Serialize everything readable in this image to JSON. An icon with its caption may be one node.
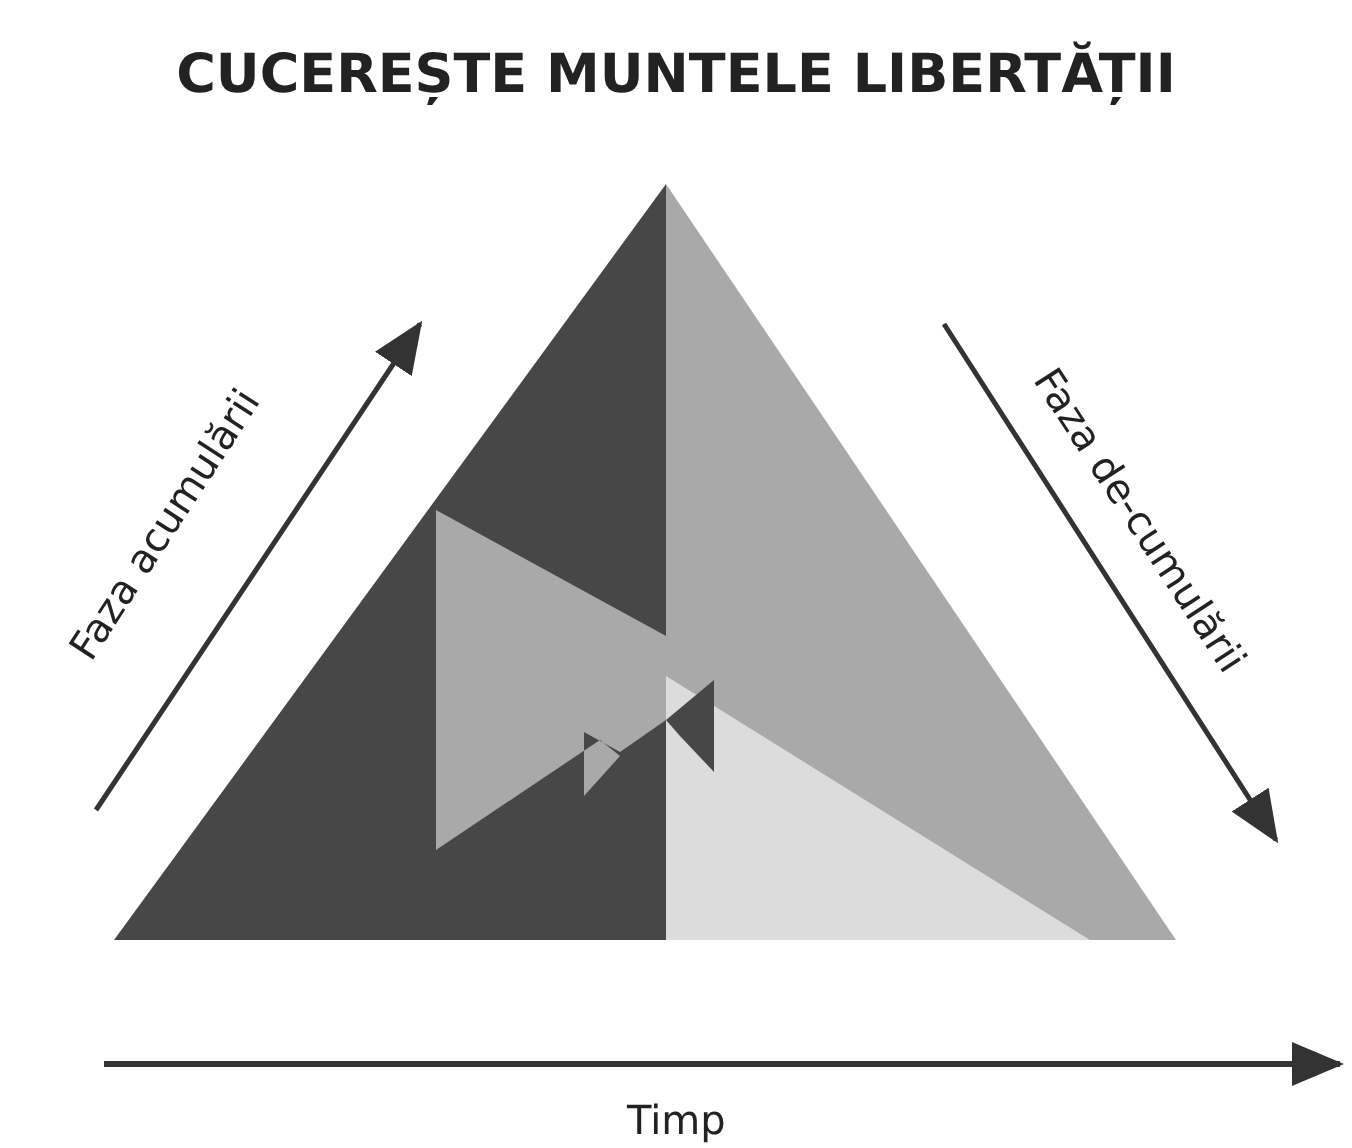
{
  "diagram": {
    "title": "CUCEREȘTE MUNTELE LIBERTĂȚII",
    "labels": [
      "Faza acumulării",
      "Faza de-cumulării",
      "Timp"
    ]
  }
}
